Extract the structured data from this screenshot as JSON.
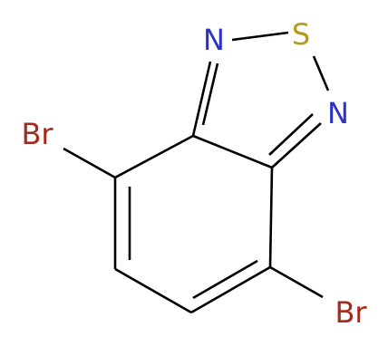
{
  "molecule": {
    "atoms": {
      "s": {
        "label": "S",
        "color": "#b39a1e"
      },
      "n_top": {
        "label": "N",
        "color": "#2b32c8"
      },
      "n_right": {
        "label": "N",
        "color": "#2b32c8"
      },
      "br_left": {
        "label": "Br",
        "color": "#a52a1e"
      },
      "br_bottom": {
        "label": "Br",
        "color": "#a52a1e"
      }
    }
  }
}
